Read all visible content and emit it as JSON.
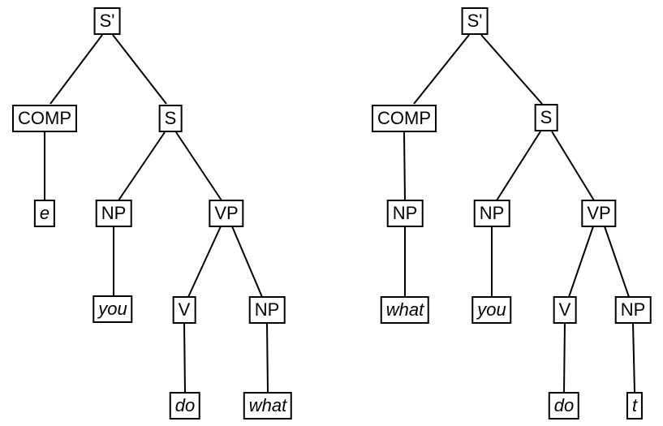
{
  "diagram": {
    "type": "syntax-trees",
    "background_color": "#ffffff",
    "line_color": "#000000",
    "box_border_color": "#000000",
    "text_color": "#000000"
  },
  "trees": [
    {
      "name": "left-tree",
      "nodes": [
        {
          "label": "S'",
          "italic": false
        },
        {
          "label": "COMP",
          "italic": false
        },
        {
          "label": "S",
          "italic": false
        },
        {
          "label": "e",
          "italic": true
        },
        {
          "label": "NP",
          "italic": false
        },
        {
          "label": "VP",
          "italic": false
        },
        {
          "label": "you",
          "italic": true
        },
        {
          "label": "V",
          "italic": false
        },
        {
          "label": "NP",
          "italic": false
        },
        {
          "label": "do",
          "italic": true
        },
        {
          "label": "what",
          "italic": true
        }
      ],
      "edges": [
        [
          "S'",
          "COMP"
        ],
        [
          "S'",
          "S"
        ],
        [
          "COMP",
          "e"
        ],
        [
          "S",
          "NP"
        ],
        [
          "S",
          "VP"
        ],
        [
          "NP",
          "you"
        ],
        [
          "VP",
          "V"
        ],
        [
          "VP",
          "NP"
        ],
        [
          "V",
          "do"
        ],
        [
          "NP",
          "what"
        ]
      ]
    },
    {
      "name": "right-tree",
      "nodes": [
        {
          "label": "S'",
          "italic": false
        },
        {
          "label": "COMP",
          "italic": false
        },
        {
          "label": "S",
          "italic": false
        },
        {
          "label": "NP",
          "italic": false
        },
        {
          "label": "NP",
          "italic": false
        },
        {
          "label": "VP",
          "italic": false
        },
        {
          "label": "what",
          "italic": true
        },
        {
          "label": "you",
          "italic": true
        },
        {
          "label": "V",
          "italic": false
        },
        {
          "label": "NP",
          "italic": false
        },
        {
          "label": "do",
          "italic": true
        },
        {
          "label": "t",
          "italic": true
        }
      ],
      "edges": [
        [
          "S'",
          "COMP"
        ],
        [
          "S'",
          "S"
        ],
        [
          "COMP",
          "NP"
        ],
        [
          "S",
          "NP"
        ],
        [
          "S",
          "VP"
        ],
        [
          "NP",
          "what"
        ],
        [
          "NP",
          "you"
        ],
        [
          "VP",
          "V"
        ],
        [
          "VP",
          "NP"
        ],
        [
          "V",
          "do"
        ],
        [
          "NP",
          "t"
        ]
      ]
    }
  ]
}
